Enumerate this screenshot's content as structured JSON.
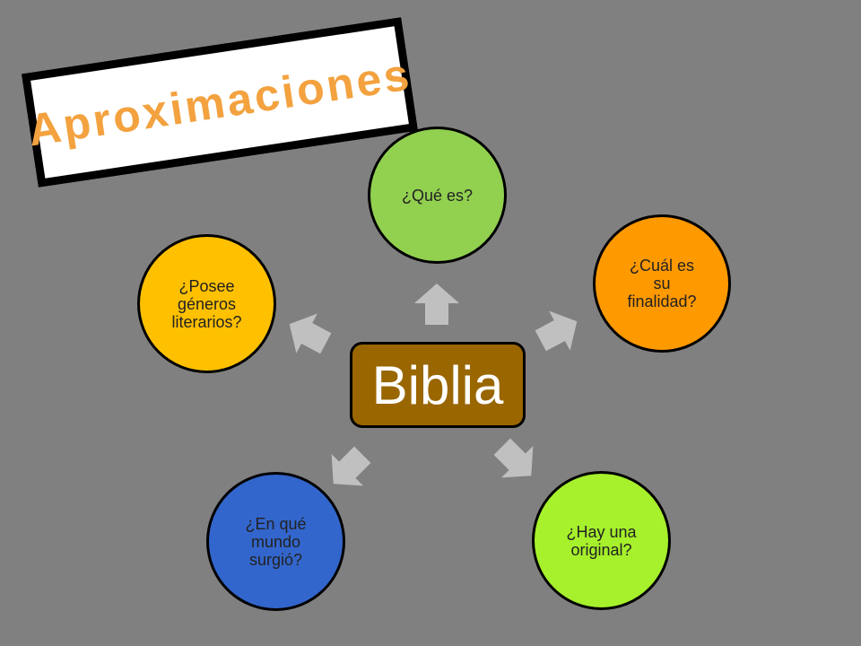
{
  "title": "Aproximaciones",
  "center": {
    "label": "Biblia",
    "color": "#996600"
  },
  "nodes": [
    {
      "label": "¿Qué es?",
      "color": "#92d050"
    },
    {
      "label": "¿Cuál es\nsu\nfinalidad?",
      "color": "#ff9900"
    },
    {
      "label": "¿Hay una\noriginal?",
      "color": "#a6f02c"
    },
    {
      "label": "¿En qué\nmundo\nsurgió?",
      "color": "#3366cc"
    },
    {
      "label": "¿Posee\ngéneros\nliterarios?",
      "color": "#ffc000"
    }
  ],
  "colors": {
    "background": "#808080",
    "title_text": "#f3a23f",
    "arrow": "#c0c0c0"
  }
}
